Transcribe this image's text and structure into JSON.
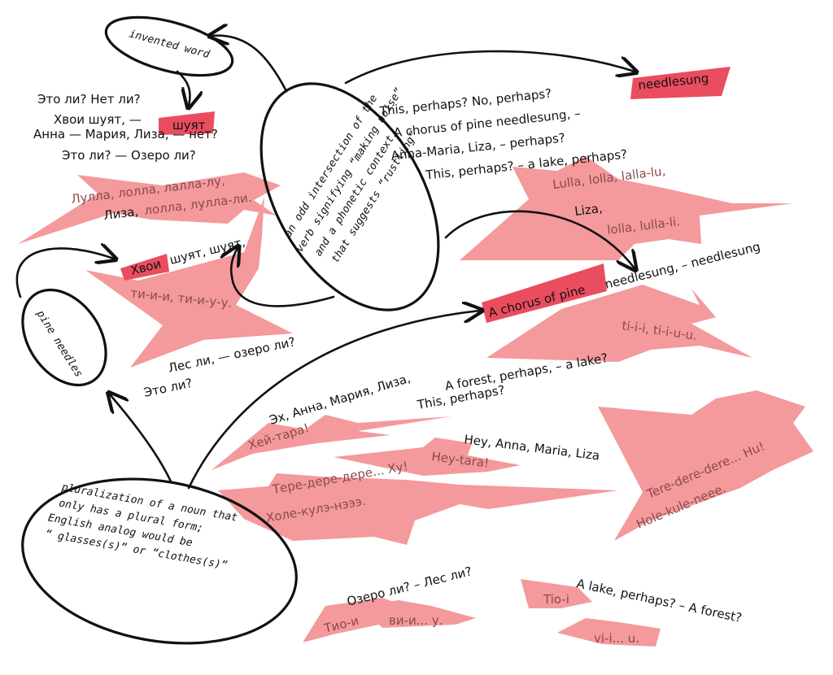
{
  "colors": {
    "splash": "#f4999c",
    "highlight": "#ea4d5f",
    "ink": "#111111",
    "tint_text": "#8a4a4a"
  },
  "notes": {
    "invented_word": "invented word",
    "odd_intersection": [
      "an odd intersection of the",
      "verb signifying “making noise”",
      "and a phonetic context",
      "that suggests “rustling”"
    ],
    "pine_needles": "pine needles",
    "pluralization": [
      "pluralization of a noun that",
      "only has a plural form;",
      "English analog would be",
      "“ glasses(s)” or “clothes(s)”"
    ]
  },
  "russian": {
    "stanza1": [
      "Это ли? Нет ли?",
      "Хвои шуят, —",
      "Анна — Мария, Лиза, — нет?",
      "Это ли? — Озеро ли?"
    ],
    "shuyat": "шуят",
    "lulla": "Лулла, лолла, лалла-лу,",
    "liza_line_a": "Лиза,",
    "liza_line_b": "лолла, лулла-ли.",
    "khvoi_hl": "Хвои",
    "khvoi_rest": "шуят, шуят,",
    "ti": "ти-и-и, ти-и-у-у.",
    "les": [
      "Лес ли, — озеро ли?",
      "Это ли?"
    ],
    "ekh": "Эх, Анна, Мария, Лиза,",
    "khey": "Хей-тара!",
    "tere": "Тере-дере-дере... Ху!",
    "khole": "Холе-кулэ-нэээ.",
    "ozero": "Озеро ли? – Лес ли?",
    "tio": "Тио-и",
    "vi": "ви-и... у."
  },
  "english": {
    "stanza1": [
      "This, perhaps? No, perhaps?",
      "A chorus of pine needlesung, –",
      "Anna-Maria, Liza, – perhaps?",
      "This, perhaps? – a lake, perhaps?"
    ],
    "needlesung_hl": "needlesung",
    "lulla": "Lulla, lolla, lalla-lu,",
    "liza_a": "Liza,",
    "liza_b": "lolla, lulla-li.",
    "chorus_hl": "A chorus of pine",
    "chorus_rest": "needlesung, – needlesung",
    "ti": "ti-i-i, ti-i-u-u.",
    "forest": [
      "A forest, perhaps, – a lake?",
      "This, perhaps?"
    ],
    "hey_anna": "Hey, Anna, Maria, Liza",
    "hey_tara": "Hey-tara!",
    "tere": "Tere-dere-dere... Hu!",
    "hole": "Hole-kule-neee.",
    "lake": "A lake, perhaps? – A forest?",
    "tio": "Tio-i",
    "vi": "vi-i... u."
  }
}
